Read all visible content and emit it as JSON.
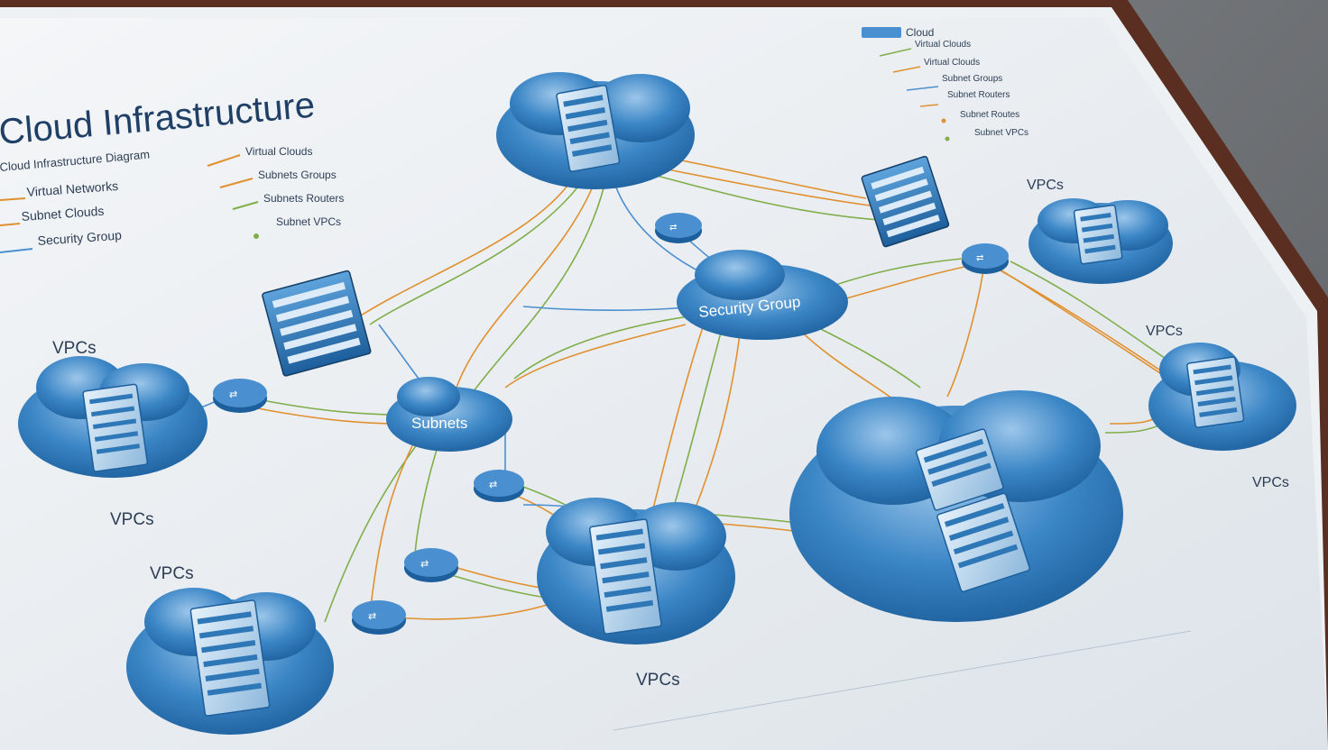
{
  "title": "Cloud Infrastructure",
  "subtitle": "Cloud Infrastructure Diagram",
  "legend_left": [
    "Virtual Networks",
    "Subnet Clouds",
    "Security Group"
  ],
  "legend_mid": [
    "Virtual Clouds",
    "Subnets Groups",
    "Subnets Routers",
    "Subnet VPCs"
  ],
  "legend_top_right": [
    "Cloud",
    "Virtual Clouds",
    "Virtual Clouds",
    "Subnet Groups",
    "Subnet Routers",
    "Subnet Routes",
    "Subnet VPCs"
  ],
  "nodes": {
    "security_group": "Security Group",
    "subnets": "Subnets"
  },
  "vpc_labels": [
    "VPCs",
    "VPCs",
    "VPCs",
    "VPCs",
    "VPCs",
    "VPCs",
    "VPCs"
  ],
  "colors": {
    "cloud_blue": "#2f78b8",
    "cloud_light": "#7fb2dd",
    "frame": "#5a2f22",
    "line_orange": "#e0902e",
    "line_green": "#7fae4a",
    "line_blue": "#4a8fcf"
  }
}
